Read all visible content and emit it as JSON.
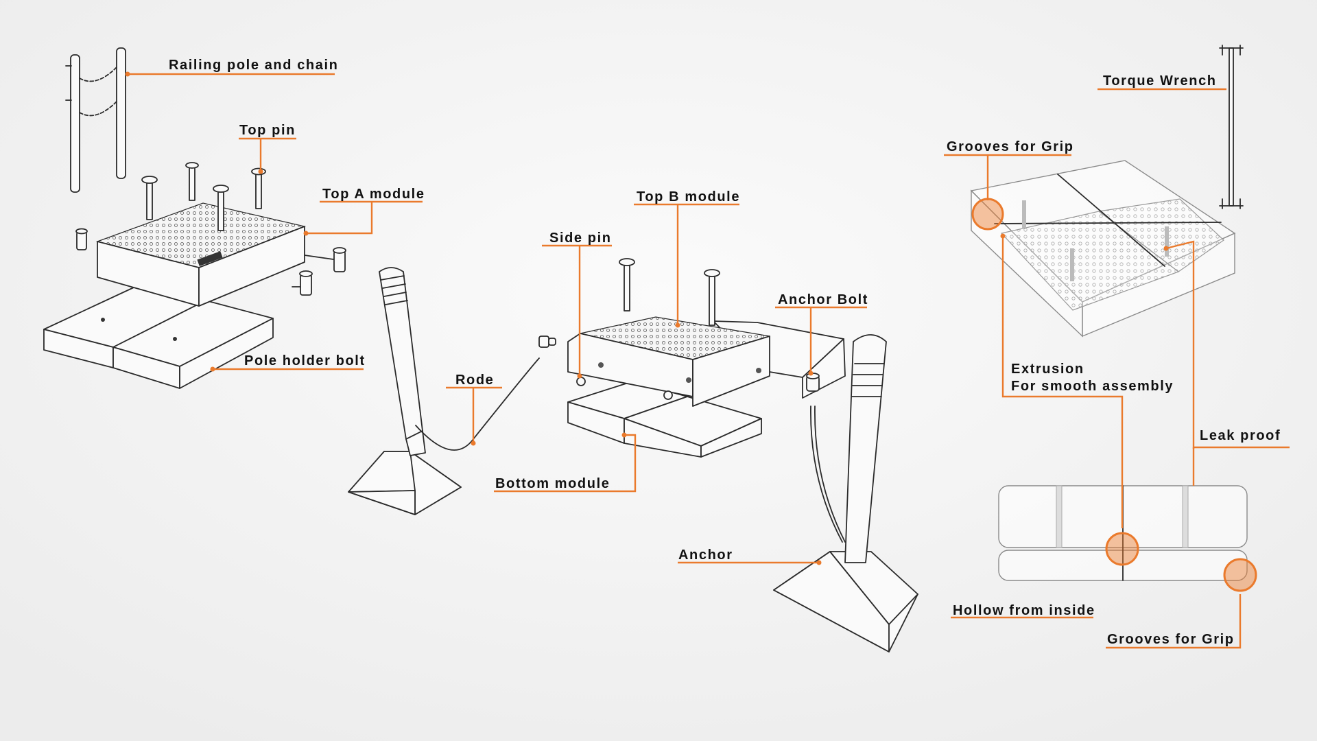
{
  "labels": {
    "railing_pole_and_chain": "Railing pole and chain",
    "top_pin": "Top pin",
    "top_a_module": "Top A module",
    "pole_holder_bolt": "Pole holder bolt",
    "rode": "Rode",
    "side_pin": "Side pin",
    "top_b_module": "Top B module",
    "anchor_bolt": "Anchor Bolt",
    "bottom_module": "Bottom module",
    "anchor": "Anchor",
    "torque_wrench": "Torque Wrench",
    "grooves_for_grip_top": "Grooves for Grip",
    "extrusion": "Extrusion",
    "for_smooth_assembly": "For smooth assembly",
    "leak_proof": "Leak proof",
    "hollow_from_inside": "Hollow from inside",
    "grooves_for_grip_bottom": "Grooves for Grip"
  },
  "colors": {
    "accent": "#ea7a2c",
    "text": "#111111",
    "background": "#f3f3f3",
    "line_art": "#2a2a2a"
  }
}
